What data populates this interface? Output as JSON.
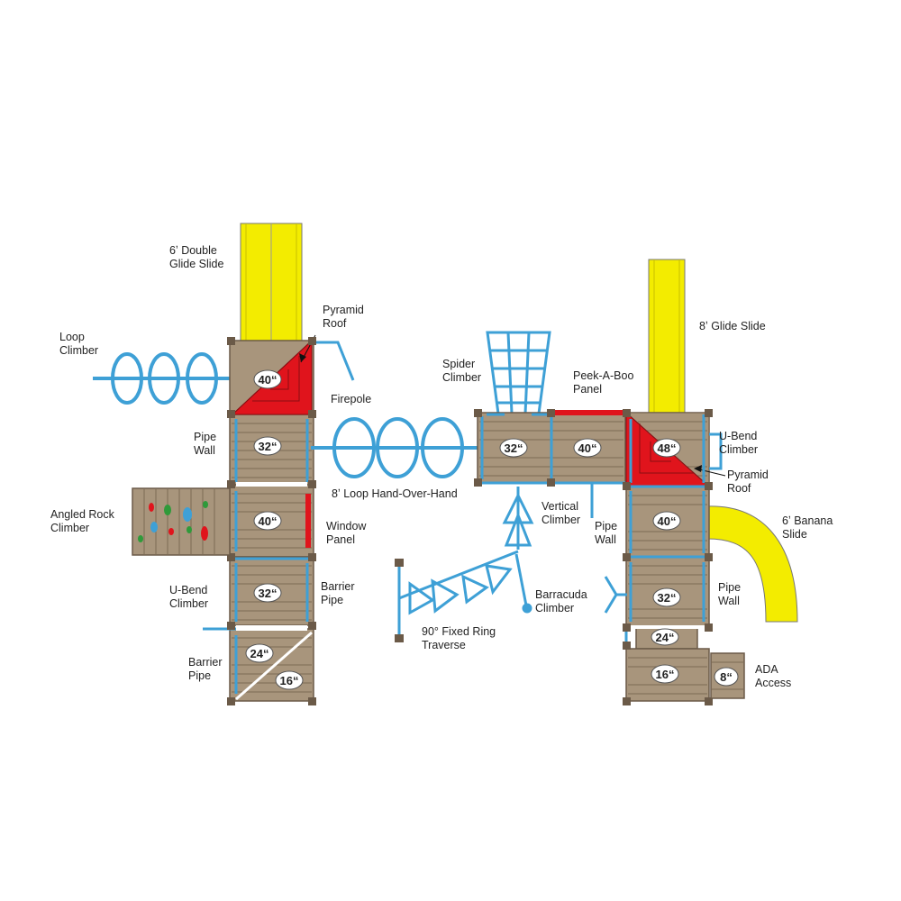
{
  "colors": {
    "deck": "#a8957c",
    "post": "#6b5a48",
    "pipe": "#3ea0d6",
    "slide": "#f3ec00",
    "roof": "#e0141c",
    "outline": "#555555"
  },
  "labels": {
    "double_glide_slide": [
      "6ʼ Double",
      "Glide Slide"
    ],
    "loop_climber": [
      "Loop",
      "Climber"
    ],
    "pyramid_roof_left": [
      "Pyramid",
      "Roof"
    ],
    "firepole": [
      "Firepole"
    ],
    "pipe_wall_left": [
      "Pipe",
      "Wall"
    ],
    "loop_hand_over_hand": [
      "8ʼ Loop Hand-Over-Hand"
    ],
    "angled_rock_climber": [
      "Angled Rock",
      "Climber"
    ],
    "window_panel": [
      "Window",
      "Panel"
    ],
    "ubend_climber_left": [
      "U-Bend",
      "Climber"
    ],
    "barrier_pipe_right_of_left_tower": [
      "Barrier",
      "Pipe"
    ],
    "barrier_pipe_left": [
      "Barrier",
      "Pipe"
    ],
    "spider_climber": [
      "Spider",
      "Climber"
    ],
    "peek_a_boo_panel": [
      "Peek-A-Boo",
      "Panel"
    ],
    "glide_slide_8": [
      "8ʼ Glide Slide"
    ],
    "ubend_climber_right": [
      "U-Bend",
      "Climber"
    ],
    "pyramid_roof_right": [
      "Pyramid",
      "Roof"
    ],
    "vertical_climber": [
      "Vertical",
      "Climber"
    ],
    "pipe_wall_middle": [
      "Pipe",
      "Wall"
    ],
    "banana_slide": [
      "6ʼ Banana",
      "Slide"
    ],
    "barracuda_climber": [
      "Barracuda",
      "Climber"
    ],
    "pipe_wall_right": [
      "Pipe",
      "Wall"
    ],
    "fixed_ring_traverse": [
      "90° Fixed Ring",
      "Traverse"
    ],
    "ada_access": [
      "ADA",
      "Access"
    ]
  },
  "heights": {
    "left_40_roof": "40“",
    "left_32_top": "32“",
    "left_40_mid": "40“",
    "left_32_low": "32“",
    "left_24": "24“",
    "left_16": "16“",
    "mid_32": "32“",
    "mid_40": "40“",
    "right_48": "48“",
    "right_40": "40“",
    "right_32": "32“",
    "right_24": "24“",
    "right_16": "16“",
    "ada_8": "8“"
  }
}
